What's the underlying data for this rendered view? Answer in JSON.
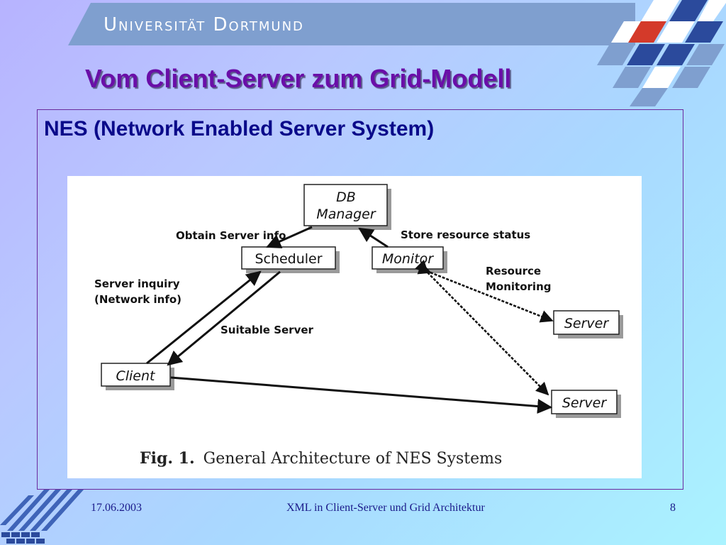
{
  "header": {
    "university": "Universität Dortmund",
    "slide_title": "Vom Client-Server zum Grid-Modell"
  },
  "content": {
    "subtitle": "NES (Network Enabled Server System)"
  },
  "diagram": {
    "nodes": {
      "db_manager_line1": "DB",
      "db_manager_line2": "Manager",
      "scheduler": "Scheduler",
      "monitor": "Monitor",
      "client": "Client",
      "server_top": "Server",
      "server_bottom": "Server"
    },
    "edge_labels": {
      "obtain_server_info": "Obtain Server info",
      "store_resource_status": "Store resource status",
      "resource_monitoring_line1": "Resource",
      "resource_monitoring_line2": "Monitoring",
      "server_inquiry_line1": "Server inquiry",
      "server_inquiry_line2": "(Network info)",
      "suitable_server": "Suitable Server"
    },
    "caption_label": "Fig. 1.",
    "caption_text": "General Architecture of NES Systems"
  },
  "footer": {
    "date": "17.06.2003",
    "title": "XML in Client-Server und Grid Architektur",
    "page": "8"
  },
  "colors": {
    "title": "#6a0ea8",
    "subtitle": "#0a0a8a",
    "banner": "#7f9fcf",
    "logo_dark": "#2b4a9c",
    "logo_light": "#ffffff",
    "logo_accent": "#d43a2a"
  }
}
